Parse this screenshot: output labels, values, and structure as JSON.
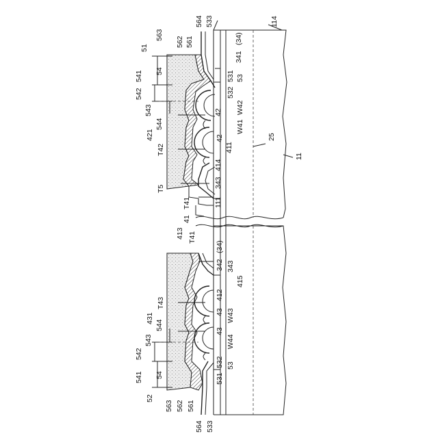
{
  "figure": {
    "top_labels": {
      "l563": "563",
      "l564": "564",
      "l533": "533",
      "l114": "114",
      "l51": "51",
      "l562": "562",
      "l561": "561",
      "l341": "341",
      "l34a": "(34)",
      "l531": "531",
      "l53": "53",
      "l532": "532",
      "l541": "541",
      "l54": "54",
      "l542": "542",
      "l543": "543",
      "l544": "544",
      "lW42": "W42",
      "l42a": "42",
      "lW41": "W41",
      "l42b": "42",
      "l411": "411",
      "l421": "421",
      "lT42": "T42",
      "l25": "25",
      "l11": "11",
      "l414": "414",
      "l343": "343",
      "lT5": "T5",
      "l111": "111",
      "lT41": "T41",
      "l41": "41"
    },
    "bottom_labels": {
      "l413": "413",
      "lT41": "T41",
      "l342": "342",
      "l34b": "(34)",
      "l343": "343",
      "l415": "415",
      "l412": "412",
      "lT43": "T43",
      "l431": "431",
      "l43a": "43",
      "lW43": "W43",
      "l43b": "43",
      "lW44": "W44",
      "l541": "541",
      "l542": "542",
      "l543": "543",
      "l544": "544",
      "l54": "54",
      "l531": "531",
      "l532": "532",
      "l53": "53",
      "l52": "52",
      "l563": "563",
      "l562": "562",
      "l561": "561",
      "l564": "564",
      "l533": "533"
    }
  }
}
